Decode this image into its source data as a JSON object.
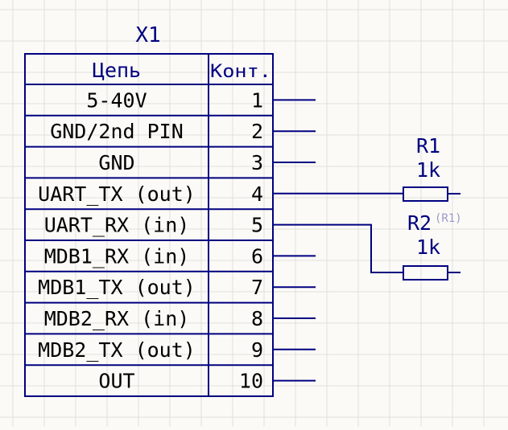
{
  "component": {
    "designator": "X1",
    "header_net": "Цепь",
    "header_pin": "Конт.",
    "rows": [
      {
        "net": "5-40V",
        "pin": "1"
      },
      {
        "net": "GND/2nd PIN",
        "pin": "2"
      },
      {
        "net": "GND",
        "pin": "3"
      },
      {
        "net": "UART_TX (out)",
        "pin": "4"
      },
      {
        "net": "UART_RX (in)",
        "pin": "5"
      },
      {
        "net": "MDB1_RX (in)",
        "pin": "6"
      },
      {
        "net": "MDB1_TX (out)",
        "pin": "7"
      },
      {
        "net": "MDB2_RX (in)",
        "pin": "8"
      },
      {
        "net": "MDB2_TX (out)",
        "pin": "9"
      },
      {
        "net": "OUT",
        "pin": "10"
      }
    ]
  },
  "resistors": [
    {
      "designator": "R1",
      "value": "1k",
      "alt_designator": ""
    },
    {
      "designator": "R2",
      "value": "1k",
      "alt_designator": "(R1)"
    }
  ],
  "colors": {
    "background": "#fbfaf6",
    "grid": "#e2e0dc",
    "wire": "#000080",
    "symbol_text": "#000080",
    "table_text": "#000000",
    "alt_text": "#9a9ac8"
  }
}
